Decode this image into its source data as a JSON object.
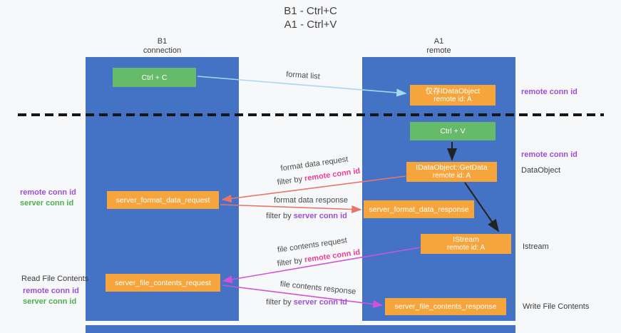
{
  "title": {
    "line1": "B1 - Ctrl+C",
    "line2": "A1 - Ctrl+V"
  },
  "lanes": {
    "left": {
      "name": "B1",
      "subtitle": "connection"
    },
    "right": {
      "name": "A1",
      "subtitle": "remote"
    }
  },
  "boxes": {
    "ctrl_c": {
      "label": "Ctrl + C"
    },
    "ctrl_v": {
      "label": "Ctrl + V"
    },
    "idataobject": {
      "line1": "仅存IDataObject",
      "line2": "remote id: A"
    },
    "getdata": {
      "line1": "IDataObject::GetData",
      "line2": "remote id: A"
    },
    "istream": {
      "line1": "IStream",
      "line2": "remote id: A"
    },
    "format_request": {
      "label": "server_format_data_request"
    },
    "format_response": {
      "label": "server_format_data_response"
    },
    "file_request": {
      "label": "server_file_contents_request"
    },
    "file_response": {
      "label": "server_file_contents_response"
    }
  },
  "arrow_labels": {
    "format_list": "format list",
    "format_data_request": "format data request",
    "format_data_response": "format data response",
    "file_contents_request": "file contents request",
    "file_contents_response": "file contents response",
    "filter_by": "filter by",
    "remote_conn_id": "remote conn id",
    "server_conn_id": "server conn id"
  },
  "side_labels": {
    "right_remote_conn_id_top": "remote conn id",
    "right_remote_conn_id_mid": "remote conn id",
    "dataobject": "DataObject",
    "istream": "Istream",
    "write_file_contents": "Write File Contents",
    "left_remote_conn_id_top": "remote conn id",
    "left_server_conn_id_top": "server conn id",
    "read_file_contents": "Read File Contents",
    "left_remote_conn_id_bottom": "remote conn id",
    "left_server_conn_id_bottom": "server conn id"
  },
  "colors": {
    "lane_blue": "#4472c4",
    "box_green": "#66bb6a",
    "box_orange": "#f6a53c",
    "arrow_light_blue": "#a8d8f0",
    "arrow_salmon": "#e8756a",
    "arrow_magenta": "#cf52d8",
    "arrow_black": "#222222",
    "text_pink": "#ed3e96",
    "text_purple": "#9c4fd4",
    "text_green": "#4caf50"
  }
}
